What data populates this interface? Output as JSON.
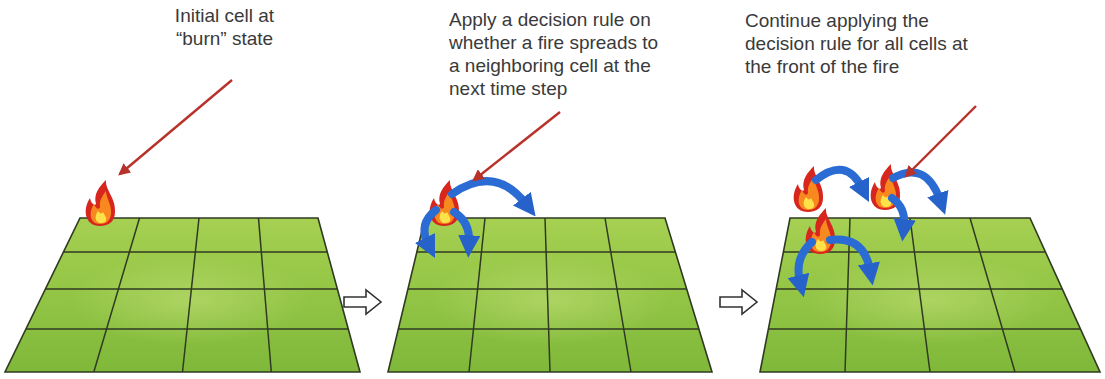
{
  "diagram": {
    "labels": [
      "Initial cell at “burn” state",
      "Apply a decision rule on whether a fire spreads to a neighboring cell at the next time step",
      "Continue applying the decision rule for all cells at the front of the fire"
    ]
  }
}
